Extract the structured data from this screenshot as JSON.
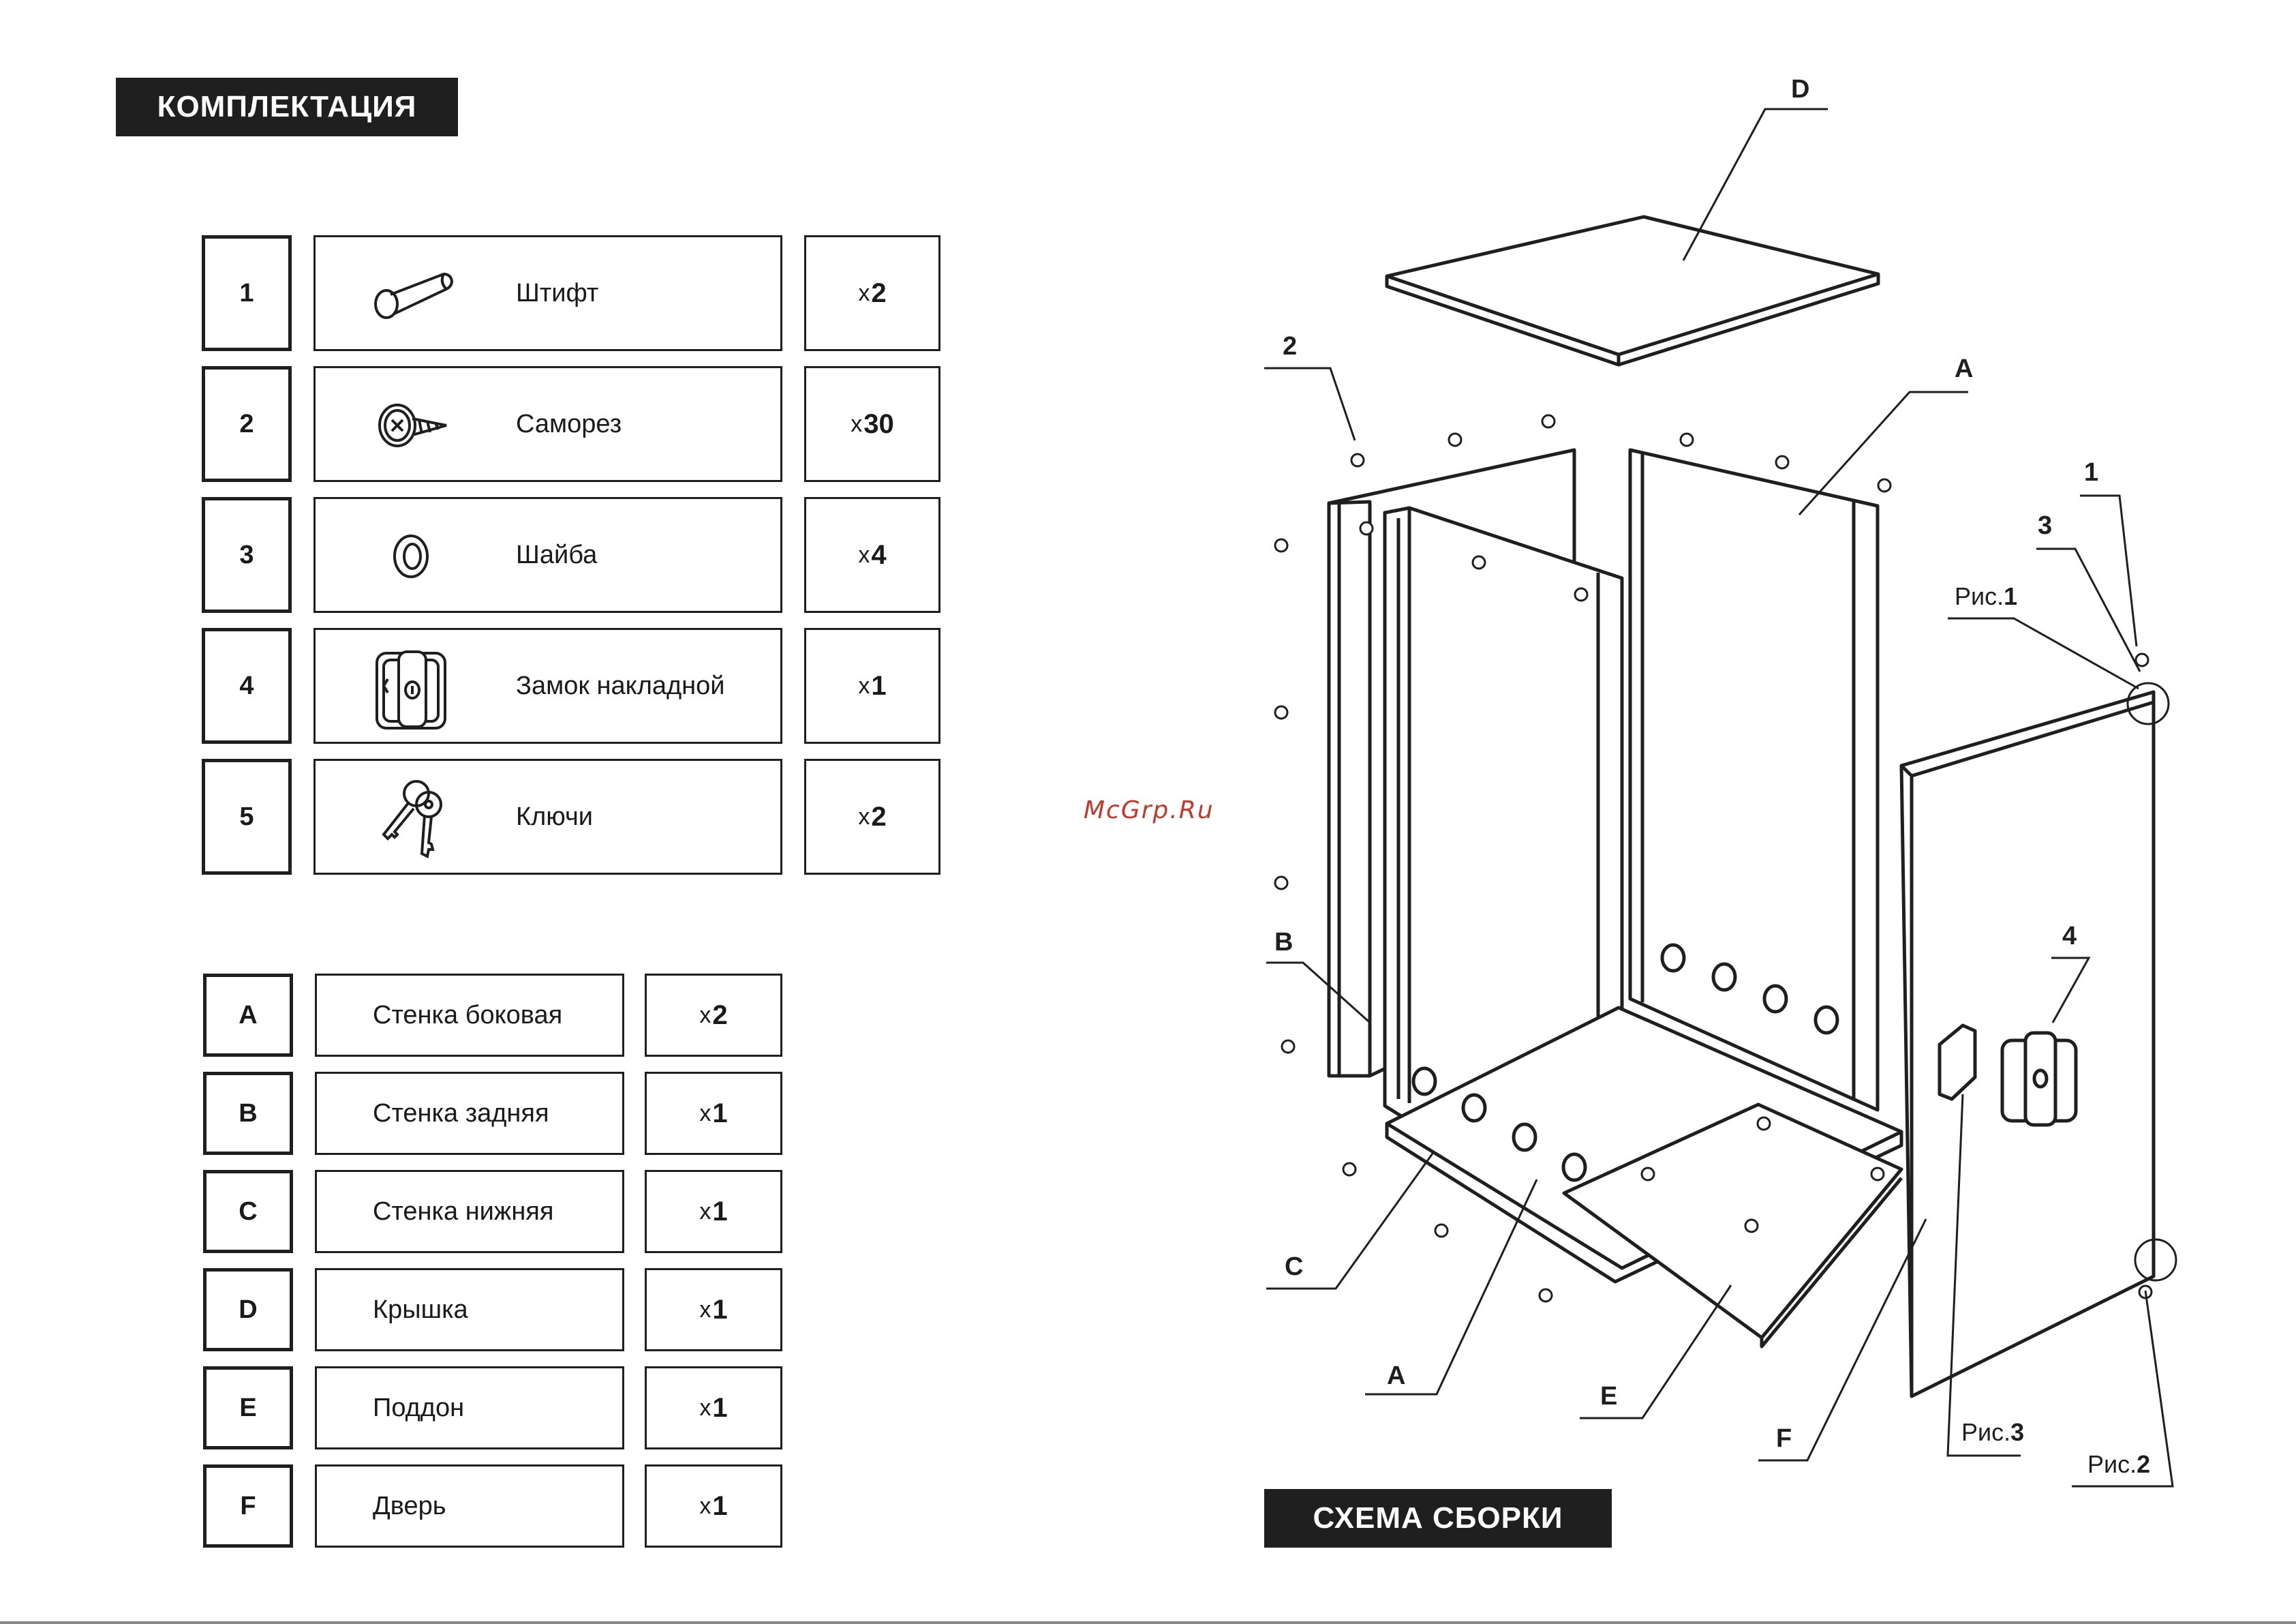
{
  "kit": {
    "title": "КОМПЛЕКТАЦИЯ",
    "hardware": [
      {
        "num": "1",
        "icon": "pin-icon",
        "label": "Штифт",
        "qty_x": "x",
        "qty": "2"
      },
      {
        "num": "2",
        "icon": "screw-icon",
        "label": "Саморез",
        "qty_x": "x",
        "qty": "30"
      },
      {
        "num": "3",
        "icon": "washer-icon",
        "label": "Шайба",
        "qty_x": "x",
        "qty": "4"
      },
      {
        "num": "4",
        "icon": "lock-icon",
        "label": "Замок накладной",
        "qty_x": "x",
        "qty": "1"
      },
      {
        "num": "5",
        "icon": "keys-icon",
        "label": "Ключи",
        "qty_x": "x",
        "qty": "2"
      }
    ],
    "panels": [
      {
        "code": "A",
        "label": "Стенка боковая",
        "qty_x": "x",
        "qty": "2"
      },
      {
        "code": "B",
        "label": "Стенка задняя",
        "qty_x": "x",
        "qty": "1"
      },
      {
        "code": "C",
        "label": "Стенка нижняя",
        "qty_x": "x",
        "qty": "1"
      },
      {
        "code": "D",
        "label": "Крышка",
        "qty_x": "x",
        "qty": "1"
      },
      {
        "code": "E",
        "label": "Поддон",
        "qty_x": "x",
        "qty": "1"
      },
      {
        "code": "F",
        "label": "Дверь",
        "qty_x": "x",
        "qty": "1"
      }
    ]
  },
  "watermark": "McGrp.Ru",
  "assembly": {
    "title": "СХЕМА СБОРКИ",
    "callouts": {
      "D": "D",
      "A_top": "A",
      "A_bottom": "A",
      "B": "B",
      "C": "C",
      "E": "E",
      "F": "F",
      "n1": "1",
      "n2": "2",
      "n3": "3",
      "n4": "4",
      "fig1_prefix": "Рис.",
      "fig1_num": "1",
      "fig2_prefix": "Рис.",
      "fig2_num": "2",
      "fig3_prefix": "Рис.",
      "fig3_num": "3"
    }
  }
}
